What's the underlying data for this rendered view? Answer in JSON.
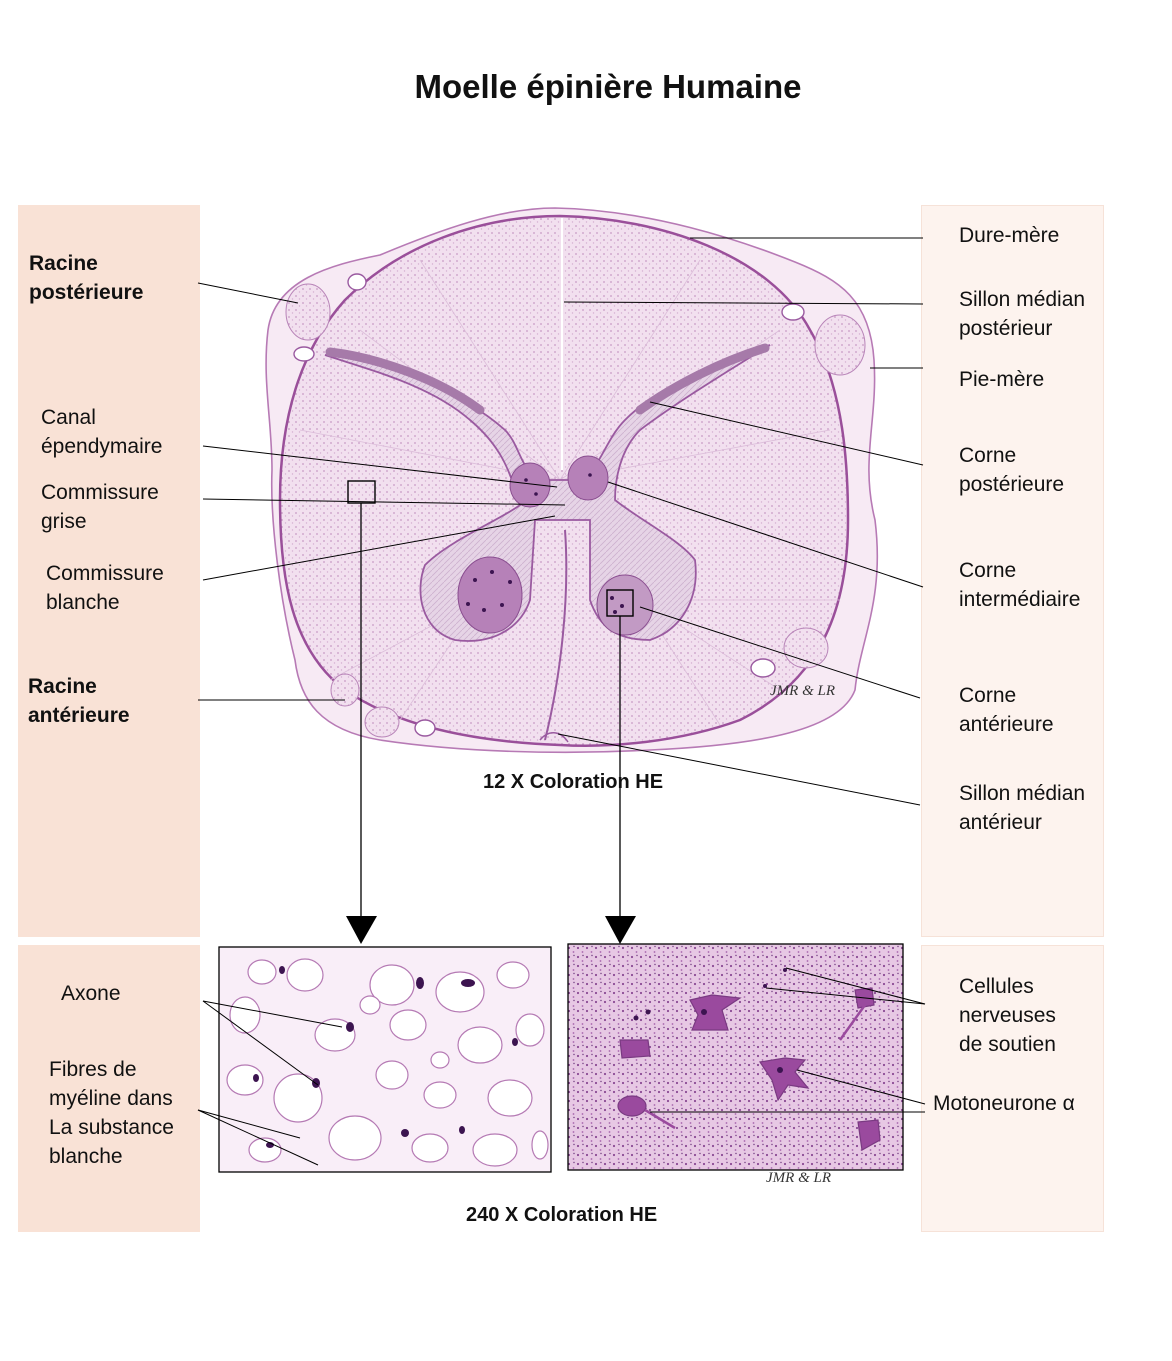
{
  "title": "Moelle épinière Humaine",
  "labels_left": {
    "racine_posterieure": "Racine\npostérieure",
    "canal_ependymaire": "Canal\népendymaire",
    "commissure_grise": "Commissure\ngrise",
    "commissure_blanche": "Commissure\nblanche",
    "racine_anterieure": "Racine\nantérieure"
  },
  "labels_right": {
    "dure_mere": "Dure-mère",
    "sillon_median_posterieur": "Sillon médian\npostérieur",
    "pie_mere": "Pie-mère",
    "corne_posterieure": "Corne\npostérieure",
    "corne_intermediaire": "Corne\nintermédiaire",
    "corne_anterieure": "Corne\nantérieure",
    "sillon_median_anterieur": "Sillon médian\nantérieur"
  },
  "caption_low_mag": "12 X Coloration HE",
  "caption_high_mag": "240 X Coloration HE",
  "signature": "JMR  & LR",
  "labels_bottom_left": {
    "axone": "Axone",
    "fibres_myeline": "Fibres de\nmyéline dans\nLa substance\nblanche"
  },
  "labels_bottom_right": {
    "cellules_nerveuses": "Cellules\nnerveuses\nde soutien",
    "motoneurone": "Motoneurone α"
  },
  "colors": {
    "panel_left": "#f9e2d6",
    "panel_right": "#fdf3ee",
    "tissue": "#f3e3f0",
    "stain_purple": "#a05aa8",
    "nucleus": "#3c1450"
  }
}
